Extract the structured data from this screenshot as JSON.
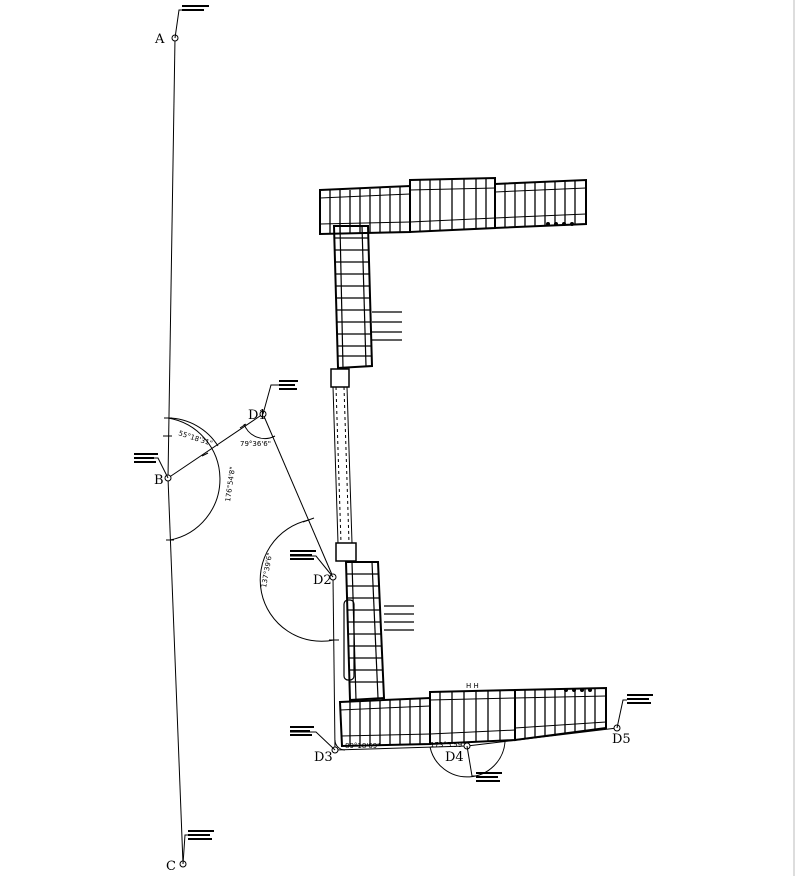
{
  "points": {
    "A": "A",
    "B": "B",
    "C": "C",
    "D1": "D1",
    "D2": "D2",
    "D3": "D3",
    "D4": "D4",
    "D5": "D5"
  },
  "angles": {
    "b_small": "55°18'31\"",
    "b_large": "176°54'8\"",
    "d1": "79°36'6\"",
    "d2": "137°39'6\"",
    "d3": "89°18'69\"",
    "d4": "173°5'59\""
  },
  "annotations": {
    "note": "",
    "building_label": "H H"
  }
}
